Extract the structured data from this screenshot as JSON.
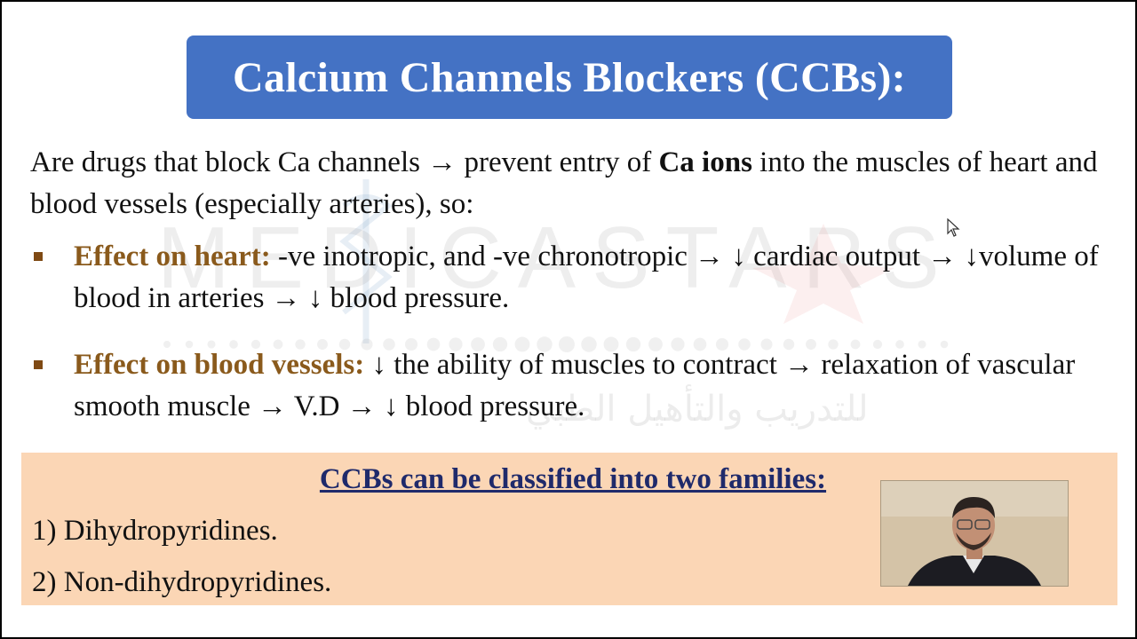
{
  "title": "Calcium Channels Blockers (CCBs):",
  "intro": {
    "part1": "Are drugs that block Ca channels → prevent entry of ",
    "bold": "Ca ions",
    "part2": " into the muscles of heart and blood vessels (especially arteries), so:"
  },
  "bullets": [
    {
      "label": "Effect on heart:",
      "text": " -ve inotropic, and -ve chronotropic → ↓ cardiac output → ↓volume of blood in arteries → ↓ blood pressure."
    },
    {
      "label": "Effect on blood vessels:",
      "text": " ↓ the ability of muscles to contract → relaxation of vascular smooth muscle  → V.D → ↓ blood pressure."
    }
  ],
  "families": {
    "heading": "CCBs can be classified into two families:",
    "items": [
      "1) Dihydropyridines.",
      "2) Non-dihydropyridines."
    ]
  },
  "watermark": {
    "logo_text": "MEDICASTARS",
    "arabic_text": "للتدريب والتأهيل الطبي"
  },
  "colors": {
    "title_bg": "#4472c4",
    "bullet_label": "#8a5a1c",
    "panel_bg": "#fbd6b5",
    "heading": "#1f2a6b"
  },
  "icons": {
    "bullet": "square-bullet-icon",
    "cursor": "mouse-cursor-icon"
  }
}
